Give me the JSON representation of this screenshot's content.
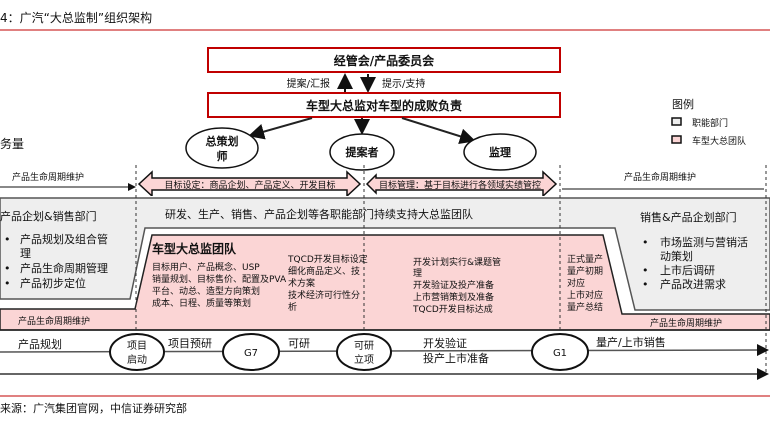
{
  "title": "4：广汽“大总监制”组织架构",
  "top_box": "经管会/产品委员会",
  "arrow_up_label": "提案/汇报",
  "arrow_down_label": "提示/支持",
  "director_box": "车型大总监对车型的成败负责",
  "left_cut_text": "务量",
  "roles": [
    "总策划",
    "师",
    "提案者",
    "监理"
  ],
  "legend": {
    "title": "图例",
    "items": [
      {
        "label": "职能部门",
        "color": "#eeeeee"
      },
      {
        "label": "车型大总团队",
        "color": "#fbd5d5"
      }
    ]
  },
  "phase_row": {
    "left_label": "产品生命周期维护",
    "arrow1": "目标设定：商品企划、产品定义、开发目标",
    "arrow2": "目标管理：基于目标进行各领域实绩管控",
    "right_label": "产品生命周期维护"
  },
  "functional": {
    "left_title": "产品企划&销售部门",
    "left_items": [
      "产品规划及组合管",
      "理",
      "产品生命周期管理",
      "产品初步定位"
    ],
    "center": "研发、生产、销售、产品企划等各职能部门持续支持大总监团队",
    "right_title": "销售&产品企划部门",
    "right_items": [
      "市场监测与营销活",
      "动策划",
      "上市后调研",
      "产品改进需求"
    ]
  },
  "team": {
    "title": "车型大总监团队",
    "col1": [
      "目标用户、产品概念、USP",
      "销量规划、目标售价、配置及PVA",
      "平台、动总、造型方向策划",
      "成本、日程、质量等策划"
    ],
    "col2": [
      "TQCD开发目标设定",
      "细化商品定义、技",
      "术方案",
      "技术经济可行性分",
      "析"
    ],
    "col3": [
      "开发计划实行&课题管",
      "理",
      "开发验证及投产准备",
      "上市营销策划及准备",
      "TQCD开发目标达成"
    ],
    "col4": [
      "正式量产",
      "量产初期",
      "对应",
      "上市对应",
      "量产总结"
    ],
    "left_band": "产品生命周期维护",
    "right_band": "产品生命周期维护"
  },
  "timeline": {
    "stages": [
      "产品规划",
      "项目预研",
      "可研",
      "开发验证",
      "投产上市准备",
      "量产/上市销售"
    ],
    "gates": [
      "项目",
      "启动",
      "G7",
      "可研",
      "立项",
      "G1"
    ]
  },
  "source": "来源：广汽集团官网，中信证券研究部",
  "colors": {
    "red": "#c00000",
    "pink": "#fbd5d5",
    "gray": "#eeeeee"
  }
}
